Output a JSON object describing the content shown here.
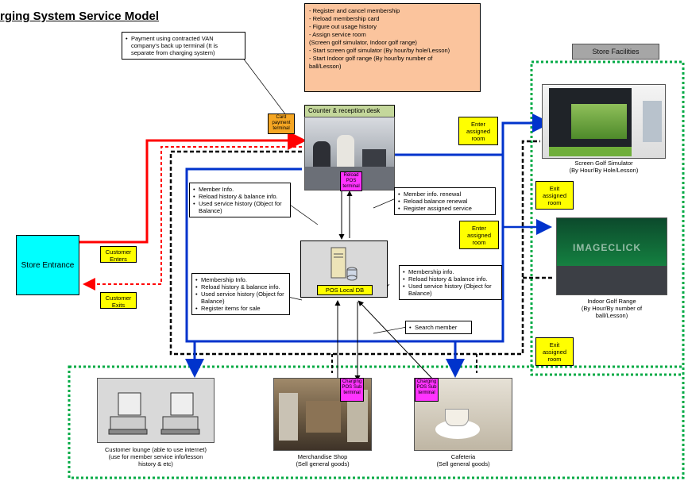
{
  "title": "rging System Service Model",
  "card_note": [
    "Payment using contracted VAN company's back up terminal (It is separate from charging system)"
  ],
  "counter_services": [
    "- Register and cancel membership",
    "- Reload membership card",
    "- Figure out usage history",
    "- Assign service room",
    "(Screen golf simulator, Indoor golf range)",
    "- Start screen golf simulator (By hour/by hole/Lesson)",
    "- Start Indoor golf range (By hour/by number of",
    "ball/Lesson)"
  ],
  "counter_label": "Counter & reception desk",
  "card_payment": "Card payment terminal",
  "reload_pos": "Reload POS terminal",
  "store_facilities": "Store Facilities",
  "store_entrance": "Store Entrance",
  "customer_enters": "Customer Enters",
  "customer_exits": "Customer Exits",
  "enter_room_1": "Enter assigned room",
  "enter_room_2": "Enter assigned room",
  "exit_room_1": "Exit assigned room",
  "exit_room_2": "Exit assigned room",
  "note_member_left": [
    "Member Info.",
    "Reload history & balance info.",
    "Used service history (Object for Balance)"
  ],
  "note_renewal": [
    "Member info. renewal",
    "Reload balance renewal",
    "Register assigned service"
  ],
  "note_member_left2": [
    "Membership Info.",
    "Reload history & balance info.",
    "Used service history (Object for Balance)",
    "Register items for sale"
  ],
  "note_member_right": [
    "Membership info.",
    "Reload history & balance info.",
    "Used service history (Object for Balance)"
  ],
  "note_search": [
    "Search member"
  ],
  "pos_db": "POS Local DB",
  "screen_golf_caption": "Screen Golf Simulator\n(By Hour/By Hole/Lesson)",
  "indoor_golf_caption": "Indoor Golf Range\n(By Hour/By number of\nball/Lesson)",
  "lounge_caption": "Customer lounge (able to use internet)\n(use for member service info/lesson\nhistory & etc)",
  "shop_caption": "Merchandise Shop\n(Sell general goods)",
  "cafe_caption": "Cafeteria\n(Sell general goods)",
  "charging_pos_shop": "Charging POS Sub terminal",
  "charging_pos_cafe": "Charging POS Sub terminal",
  "watermark": "IMAGECLICK",
  "colors": {
    "red": "#ff0000",
    "blue": "#0033cc",
    "green": "#00aa44",
    "peach": "#fbc49d",
    "yellow": "#ffff00",
    "cyan": "#00ffff",
    "magenta": "#ff33ff"
  }
}
